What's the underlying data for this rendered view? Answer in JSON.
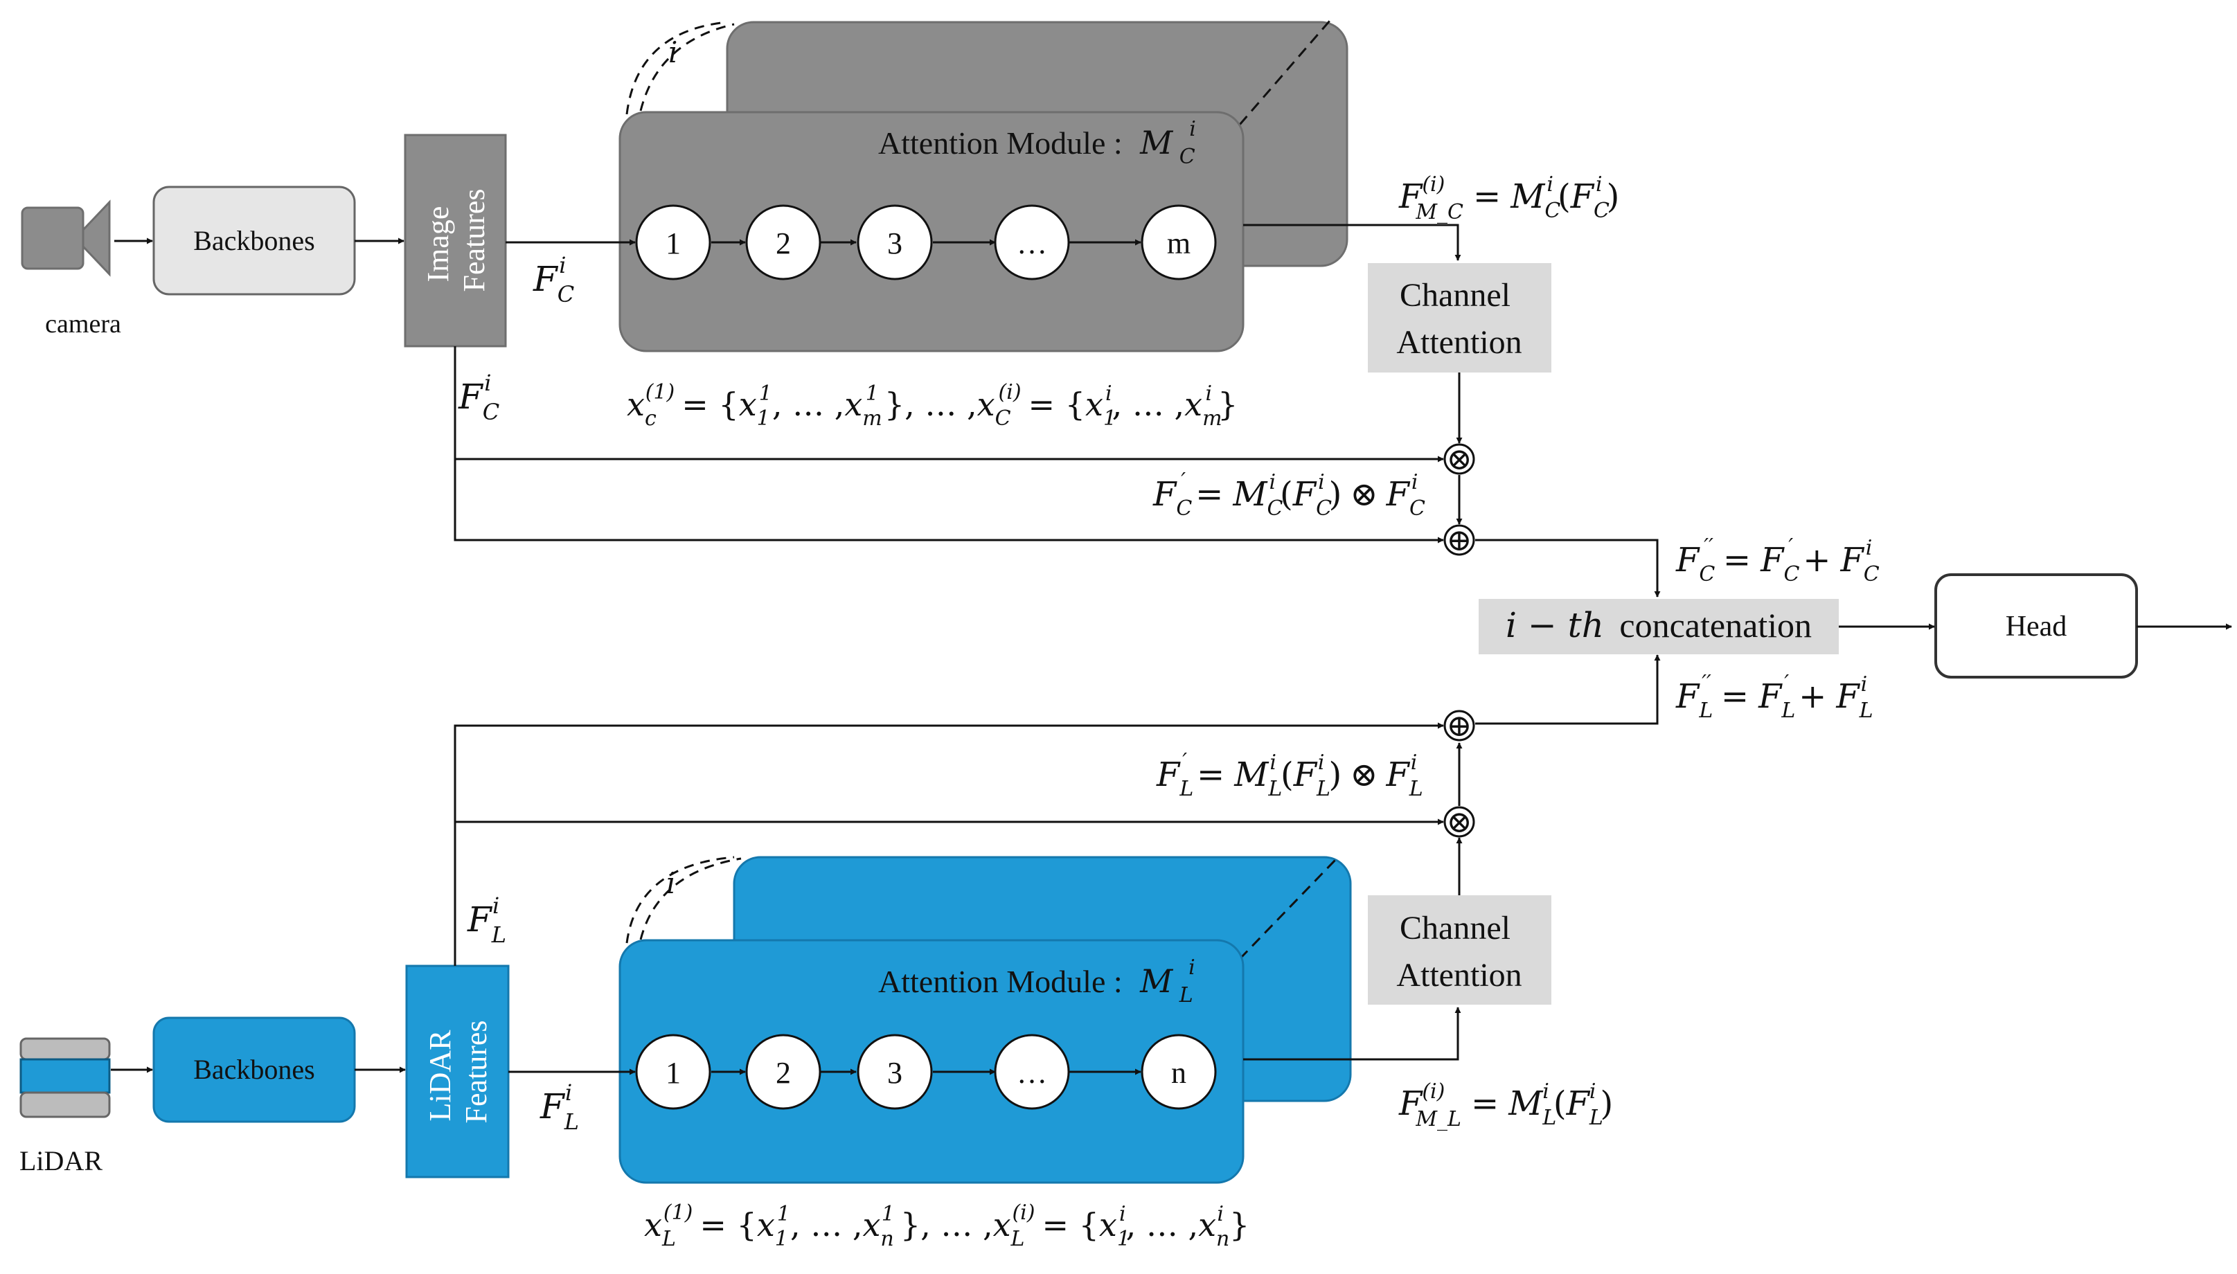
{
  "colors": {
    "camera_module": "#8c8c8c",
    "camera_module_stroke": "#6e6e6e",
    "image_features": "#8c8c8c",
    "lidar_module": "#1f9ad6",
    "lidar_module_stroke": "#1478ad",
    "light_box": "#e6e6e6",
    "light_box_stroke": "#666666",
    "channel_attention": "#dadada",
    "line": "#111111"
  },
  "icons": {
    "camera": "camera-icon",
    "lidar": "lidar-sensor-icon"
  },
  "camera_branch": {
    "sensor_label": "camera",
    "backbone_label": "Backbones",
    "features_label": [
      "Image",
      "Features"
    ],
    "module_title": "Attention Module :",
    "module_symbol": "M",
    "module_sub": "C",
    "module_sup": "i",
    "stack_index": "i",
    "nodes": [
      "1",
      "2",
      "3",
      "…",
      "m"
    ],
    "channel_attention": [
      "Channel",
      "Attention"
    ]
  },
  "lidar_branch": {
    "sensor_label": "LiDAR",
    "backbone_label": "Backbones",
    "features_label": [
      "LiDAR",
      "Features"
    ],
    "module_title": "Attention Module :",
    "module_symbol": "M",
    "module_sub": "L",
    "module_sup": "i",
    "stack_index": "i",
    "nodes": [
      "1",
      "2",
      "3",
      "…",
      "n"
    ],
    "channel_attention": [
      "Channel",
      "Attention"
    ]
  },
  "fusion": {
    "concat_math": "i − th",
    "concat_text": "concatenation",
    "head_label": "Head",
    "mult_symbol": "⊗",
    "add_symbol": "⊕"
  },
  "formulas": {
    "cam_feat_right": {
      "base": "F",
      "sub": "C",
      "sup": "i"
    },
    "cam_feat_below": {
      "base": "F",
      "sub": "C",
      "sup": "i"
    },
    "lid_feat_right": {
      "base": "F",
      "sub": "L",
      "sup": "i"
    },
    "lid_feat_above": {
      "base": "F",
      "sub": "L",
      "sup": "i"
    },
    "cam_module_out": {
      "F": "F",
      "sup": "(i)",
      "sub": "M_C",
      "eq": "=",
      "M": "M",
      "Msub": "C",
      "Msup": "i",
      "lp": "(",
      "F2": "F",
      "F2sub": "C",
      "F2sup": "i",
      "rp": ")"
    },
    "lid_module_out": {
      "F": "F",
      "sup": "(i)",
      "sub": "M_L",
      "eq": "=",
      "M": "M",
      "Msub": "L",
      "Msup": "i",
      "lp": "(",
      "F2": "F",
      "F2sub": "L",
      "F2sup": "i",
      "rp": ")"
    },
    "cam_sequence": {
      "x": "x",
      "xsub": "c",
      "xsup": "(1)",
      "eq": "= {",
      "a1": "x",
      "a1sub": "1",
      "a1sup": "1",
      "mid1": ", … ,",
      "a2": "x",
      "a2sub": "m",
      "a2sup": "1",
      "mid2": "}, … ,",
      "y": "x",
      "ysub": "C",
      "ysup": "(i)",
      "eq2": "= {",
      "b1": "x",
      "b1sub": "1",
      "b1sup": "i",
      "mid3": ", … ,",
      "b2": "x",
      "b2sub": "m",
      "b2sup": "i",
      "end": "}"
    },
    "lid_sequence": {
      "x": "x",
      "xsub": "L",
      "xsup": "(1)",
      "eq": "= {",
      "a1": "x",
      "a1sub": "1",
      "a1sup": "1",
      "mid1": ", … ,",
      "a2": "x",
      "a2sub": "n",
      "a2sup": "1",
      "mid2": "}, … ,",
      "y": "x",
      "ysub": "L",
      "ysup": "(i)",
      "eq2": "= {",
      "b1": "x",
      "b1sub": "1",
      "b1sup": "i",
      "mid3": ", … ,",
      "b2": "x",
      "b2sub": "n",
      "b2sup": "i",
      "end": "}"
    },
    "cam_prime": {
      "F": "F",
      "sub": "C",
      "sup": "′",
      "eq": "=",
      "M": "M",
      "Msub": "C",
      "Msup": "i",
      "lp": "(",
      "F2": "F",
      "F2sub": "C",
      "F2sup": "i",
      "rp": ")",
      "op": "⊗",
      "F3": "F",
      "F3sub": "C",
      "F3sup": "i"
    },
    "lid_prime": {
      "F": "F",
      "sub": "L",
      "sup": "′",
      "eq": "=",
      "M": "M",
      "Msub": "L",
      "Msup": "i",
      "lp": "(",
      "F2": "F",
      "F2sub": "L",
      "F2sup": "i",
      "rp": ")",
      "op": "⊗",
      "F3": "F",
      "F3sub": "L",
      "F3sup": "i"
    },
    "cam_dprime": {
      "F": "F",
      "sub": "C",
      "sup": "′′",
      "eq": "=",
      "F2": "F",
      "F2sub": "C",
      "F2sup": "′",
      "plus": "+",
      "F3": "F",
      "F3sub": "C",
      "F3sup": "i"
    },
    "lid_dprime": {
      "F": "F",
      "sub": "L",
      "sup": "′′",
      "eq": "=",
      "F2": "F",
      "F2sub": "L",
      "F2sup": "′",
      "plus": "+",
      "F3": "F",
      "F3sub": "L",
      "F3sup": "i"
    }
  }
}
